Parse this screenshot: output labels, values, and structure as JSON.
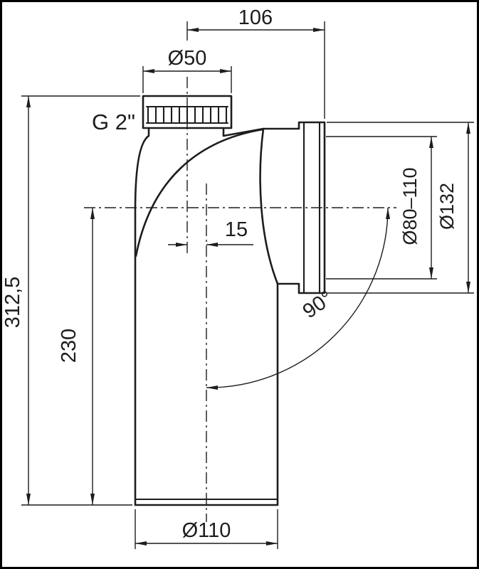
{
  "drawing": {
    "title": "WC connector 90° elbow — dimensioned technical drawing",
    "colors": {
      "line": "#1d1d1b",
      "background": "#ffffff",
      "frame": "#000000"
    },
    "dimensions": {
      "top_offset": "106",
      "inlet_diameter": "Ø50",
      "inlet_thread": "G 2\"",
      "axis_offset": "15",
      "socket_inner_diameter": "Ø80–110",
      "socket_outer_diameter": "Ø132",
      "total_height": "312,5",
      "lower_body_height": "230",
      "bend_angle": "90°",
      "outlet_diameter": "Ø110"
    }
  }
}
